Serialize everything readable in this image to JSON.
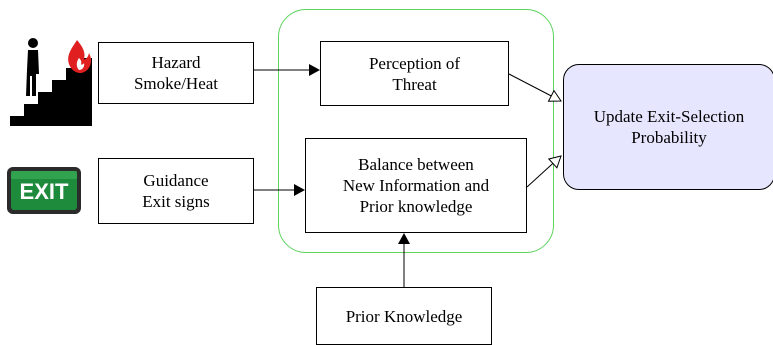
{
  "diagram": {
    "nodes": {
      "hazard": "Hazard\nSmoke/Heat",
      "guidance": "Guidance\nExit signs",
      "perception": "Perception of\nThreat",
      "balance": "Balance between\nNew Information and\nPrior knowledge",
      "prior": "Prior Knowledge",
      "update": "Update Exit-Selection\nProbability"
    },
    "exit_sign_text": "EXIT",
    "colors": {
      "group_frame": "#5ed35e",
      "update_fill": "#e6e6ff",
      "exit_sign_green": "#1e8a3c",
      "flame_red": "#e02020"
    },
    "icons": [
      "stairs-person-icon",
      "fire-icon",
      "exit-sign-icon"
    ]
  }
}
